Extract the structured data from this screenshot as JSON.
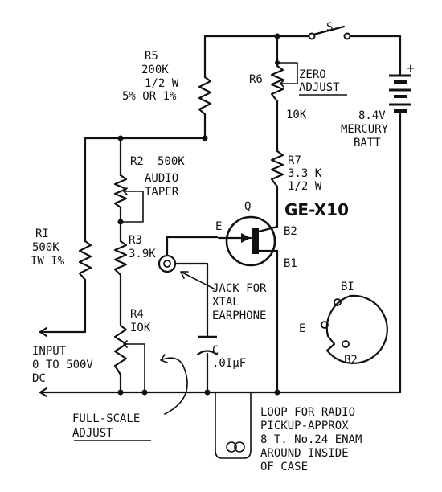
{
  "r5": {
    "name": "R5",
    "value": "200K",
    "watt": "1/2 W",
    "tol": "5% OR 1%"
  },
  "r6": {
    "name": "R6",
    "label1": "ZERO",
    "label2": "ADJUST",
    "value": "10K"
  },
  "switch": {
    "name": "S"
  },
  "battery": {
    "plus": "+",
    "voltage": "8.4V",
    "type1": "MERCURY",
    "type2": "BATT"
  },
  "r7": {
    "name": "R7",
    "value": "3.3 K",
    "watt": "1/2 W"
  },
  "r2": {
    "name": "R2",
    "value": "500K",
    "label1": "AUDIO",
    "label2": "TAPER"
  },
  "transistor": {
    "q": "Q",
    "model": "GE-X10",
    "e": "E",
    "b2": "B2",
    "b1": "B1"
  },
  "r1": {
    "name": "RI",
    "value": "500K",
    "watt": "IW I%"
  },
  "r3": {
    "name": "R3",
    "value": "3.9K"
  },
  "jack": {
    "line1": "JACK FOR",
    "line2": "XTAL",
    "line3": "EARPHONE"
  },
  "r4": {
    "name": "R4",
    "value": "IOK"
  },
  "cap": {
    "name": "C",
    "value": ".0IμF"
  },
  "pinout": {
    "b1": "BI",
    "e": "E",
    "b2": "B2"
  },
  "input": {
    "line1": "INPUT",
    "line2": "0 TO 500V",
    "line3": "DC"
  },
  "fullscale": {
    "line1": "FULL-SCALE",
    "line2": "ADJUST"
  },
  "loop": {
    "line1": "LOOP FOR RADIO",
    "line2": "PICKUP-APPROX",
    "line3": "8 T. No.24 ENAM",
    "line4": "AROUND INSIDE",
    "line5": "OF CASE"
  }
}
